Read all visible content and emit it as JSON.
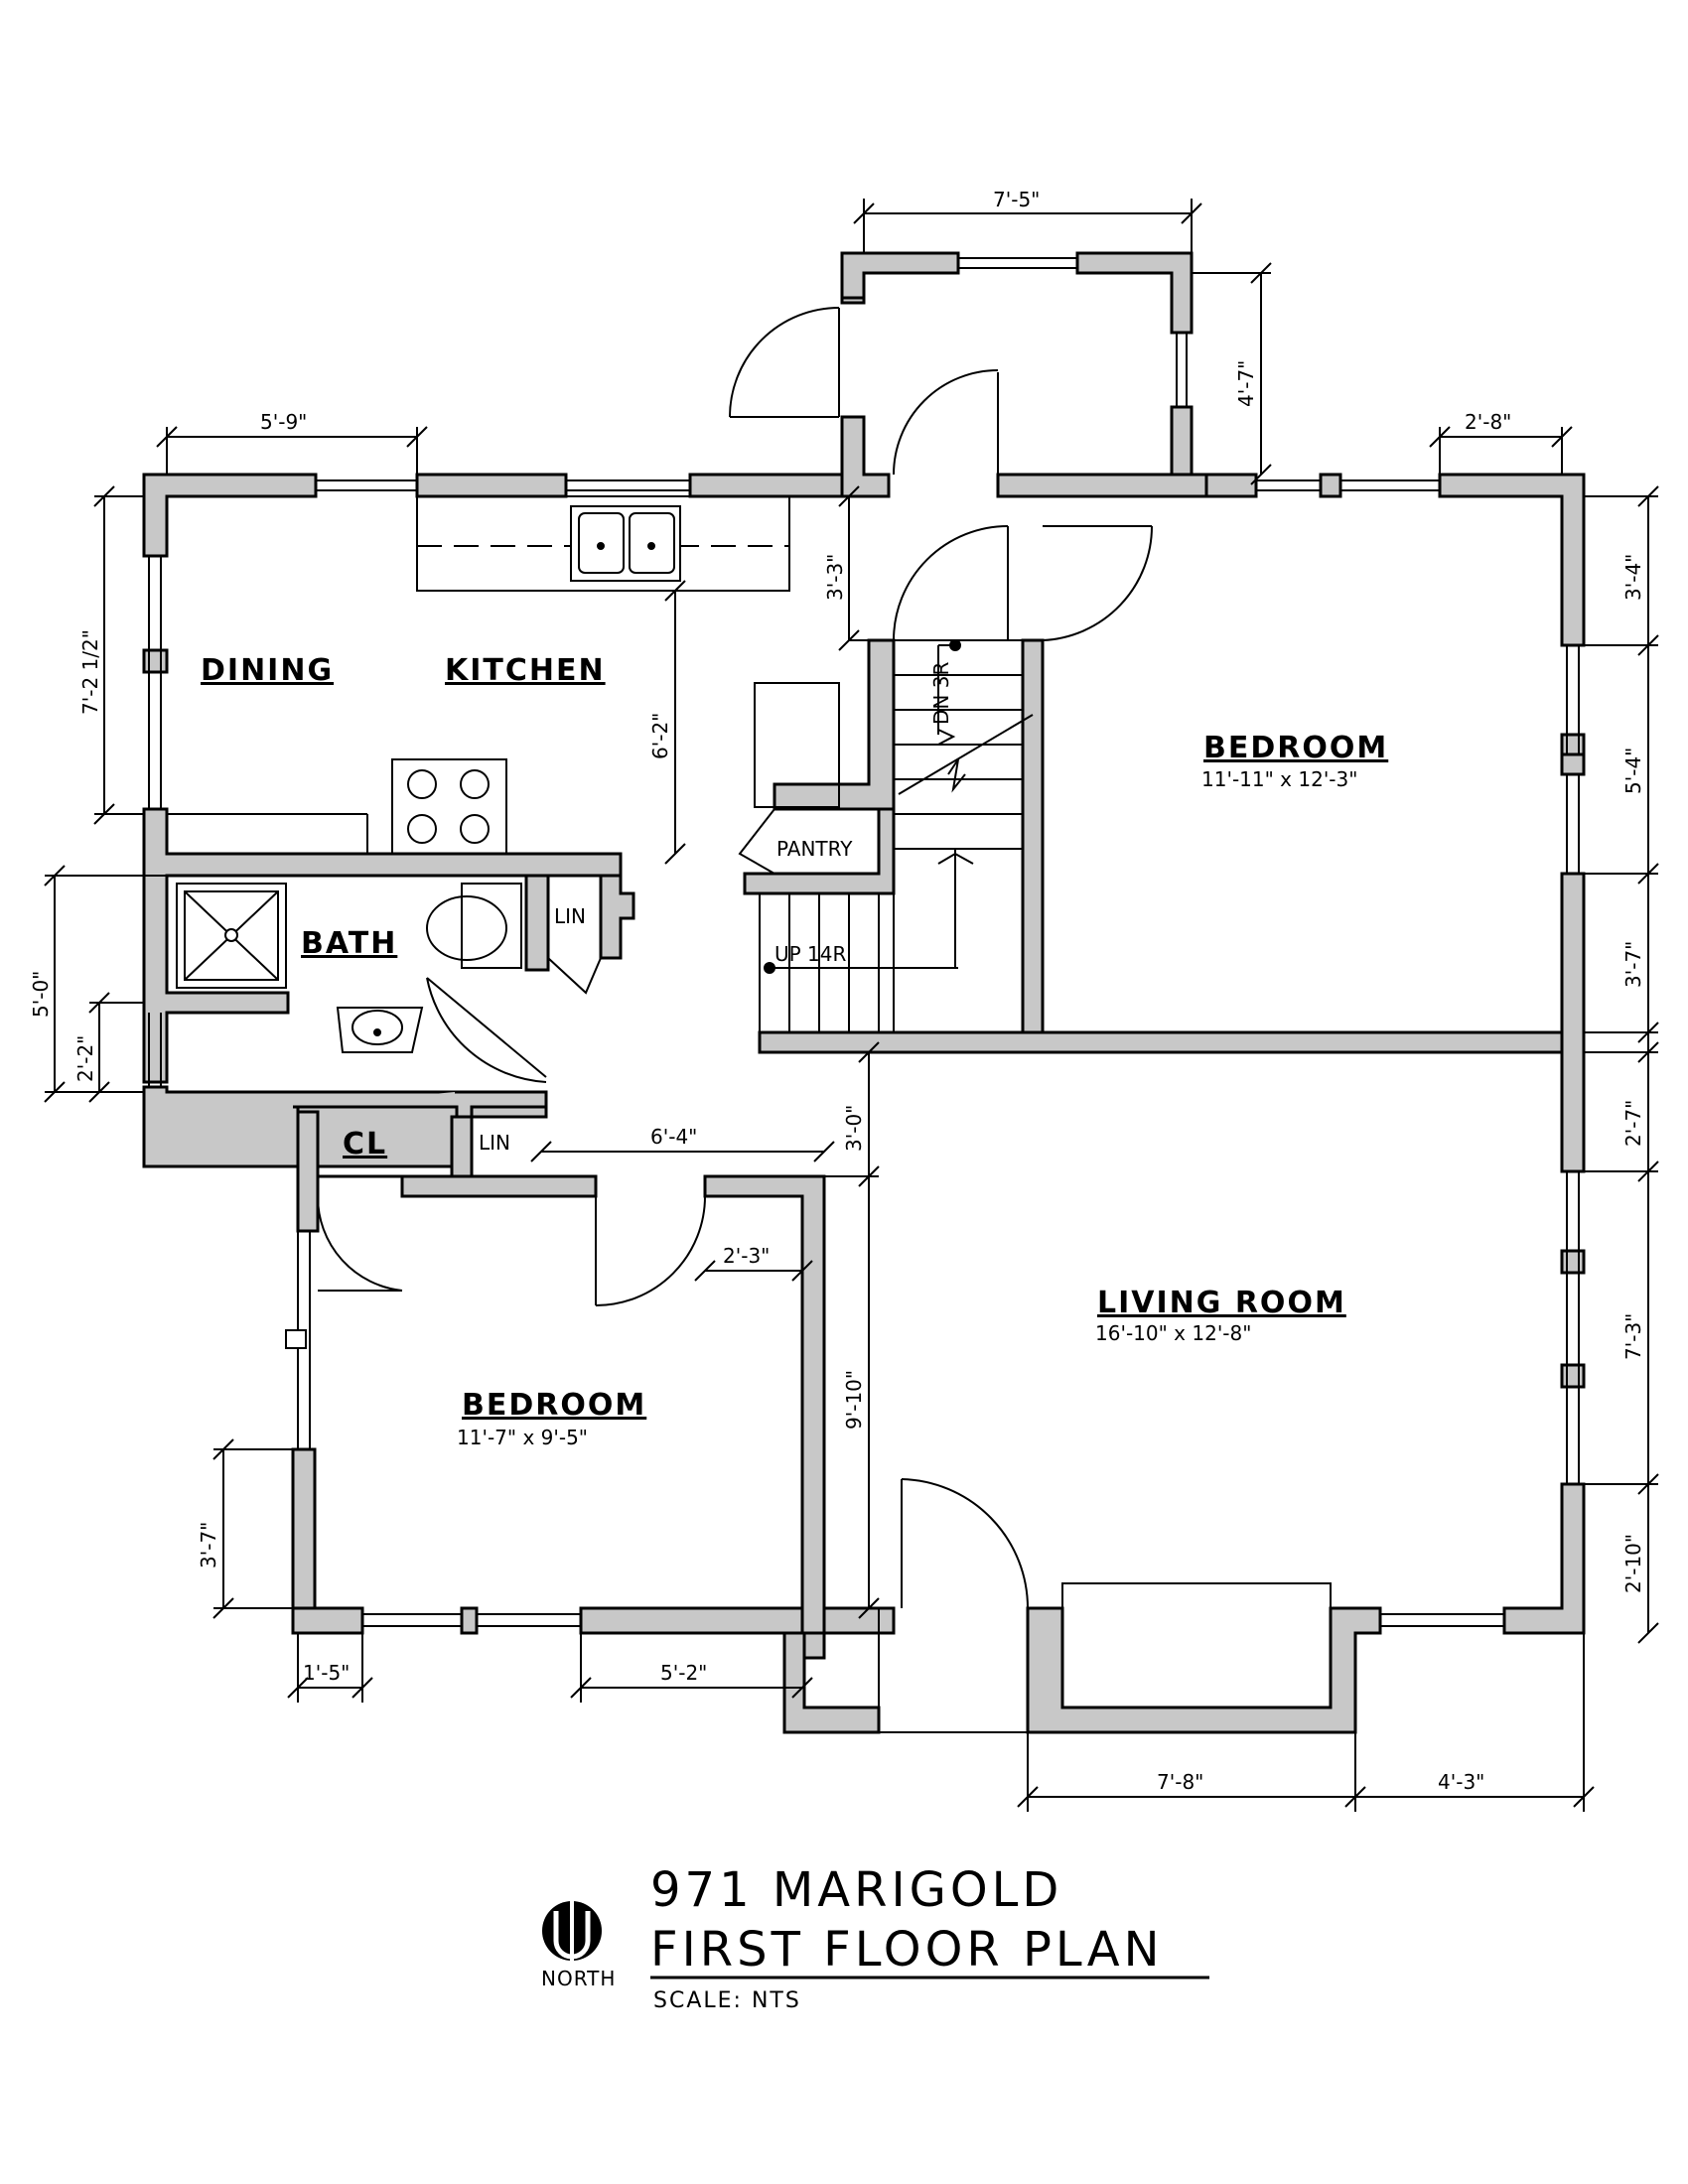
{
  "rooms": {
    "dining": "DINING",
    "kitchen": "KITCHEN",
    "bedroom_ne": "BEDROOM",
    "bedroom_ne_size": "11'-11\" x 12'-3\"",
    "bath": "BATH",
    "pantry": "PANTRY",
    "lin1": "LIN",
    "lin2": "LIN",
    "cl": "CL",
    "living": "LIVING ROOM",
    "living_size": "16'-10\" x 12'-8\"",
    "bedroom_sw": "BEDROOM",
    "bedroom_sw_size": "11'-7\" x 9'-5\"",
    "stair_dn": "DN 3R",
    "stair_up": "UP 14R"
  },
  "dims": {
    "top_entry_width": "7'-5\"",
    "top_entry_depth": "4'-7\"",
    "kitchen_top": "5'-9\"",
    "ne_top": "2'-8\"",
    "dining_left": "7'-2 1/2\"",
    "kitchen_depth": "6'-2\"",
    "stair_top": "3'-3\"",
    "east_1": "3'-4\"",
    "east_2": "5'-4\"",
    "east_3": "3'-7\"",
    "bath_left": "5'-0\"",
    "bath_win": "2'-2\"",
    "east_4": "2'-7\"",
    "lin_width": "6'-4\"",
    "living_3": "3'-0\"",
    "door_2_3": "2'-3\"",
    "east_5": "7'-3\"",
    "living_west": "9'-10\"",
    "bedroom_sw_left": "3'-7\"",
    "east_6": "2'-10\"",
    "bottom_1": "1'-5\"",
    "bottom_2": "5'-2\"",
    "bottom_3": "7'-8\"",
    "bottom_4": "4'-3\""
  },
  "title": {
    "address": "971 MARIGOLD",
    "plan": "FIRST FLOOR PLAN",
    "scale": "SCALE: NTS",
    "north": "NORTH"
  },
  "colors": {
    "wall": "#c8c8c8",
    "line": "#000000"
  }
}
